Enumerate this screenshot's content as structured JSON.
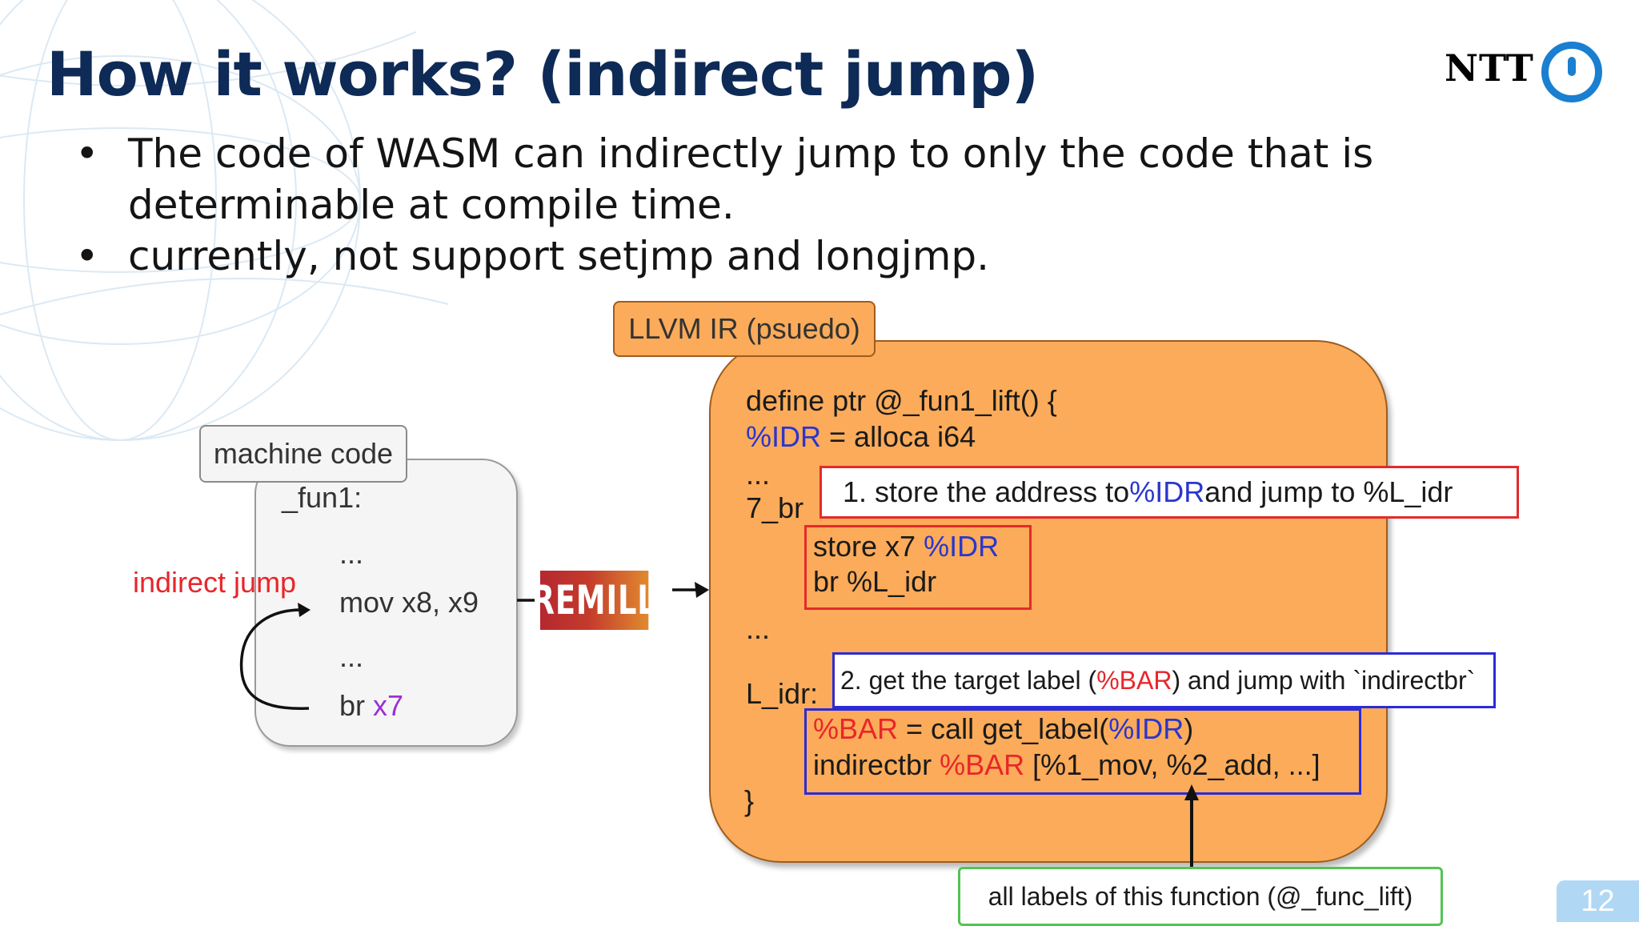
{
  "title": "How it works? (indirect jump)",
  "logo": {
    "text": "NTT",
    "ring_color": "#1a7fd1"
  },
  "bullets": [
    "The code of WASM can indirectly jump to only the code that is determinable at compile time.",
    "currently, not support setjmp and longjmp."
  ],
  "bullet_symbol": "•",
  "machine_code": {
    "label": "machine code",
    "lines": [
      "_fun1:",
      "...",
      "mov x8, x9",
      "...",
      "br "
    ],
    "br_operand": "x7",
    "indirect_jump_label": "indirect jump"
  },
  "remill_logo": "REMILL",
  "llvm": {
    "label": "LLVM IR (psuedo)",
    "line_define": "define ptr @_fun1_lift() {",
    "idr_var": "%IDR",
    "alloca": " = alloca i64",
    "ellipsis1": "...",
    "label_7br": "7_br",
    "store_prefix": "store x7 ",
    "br_lidr": "br %L_idr",
    "ellipsis2": "...",
    "label_lidr": "L_idr:",
    "bar_var": "%BAR",
    "call_prefix": " = call get_label(",
    "call_suffix": ")",
    "indirectbr_prefix": "indirectbr ",
    "indirectbr_suffix": " [%1_mov, %2_add, ...]",
    "close_brace": "}"
  },
  "annotations": {
    "ann1_a": "1. store the address to ",
    "ann1_b": " and jump to %L_idr",
    "ann2_a": "2. get the target label (",
    "ann2_b": ") and jump with `indirectbr`",
    "ann3": "all labels of this function (@_func_lift)"
  },
  "page_number": "12",
  "colors": {
    "title": "#0e2a56",
    "llvm_fill": "#fbab59",
    "red_box": "#e32b2b",
    "blue_box": "#2b2bd8",
    "green_box": "#52c452",
    "var_blue": "#2a36cc",
    "var_red": "#e8262b",
    "var_purple": "#9a2fd6"
  }
}
